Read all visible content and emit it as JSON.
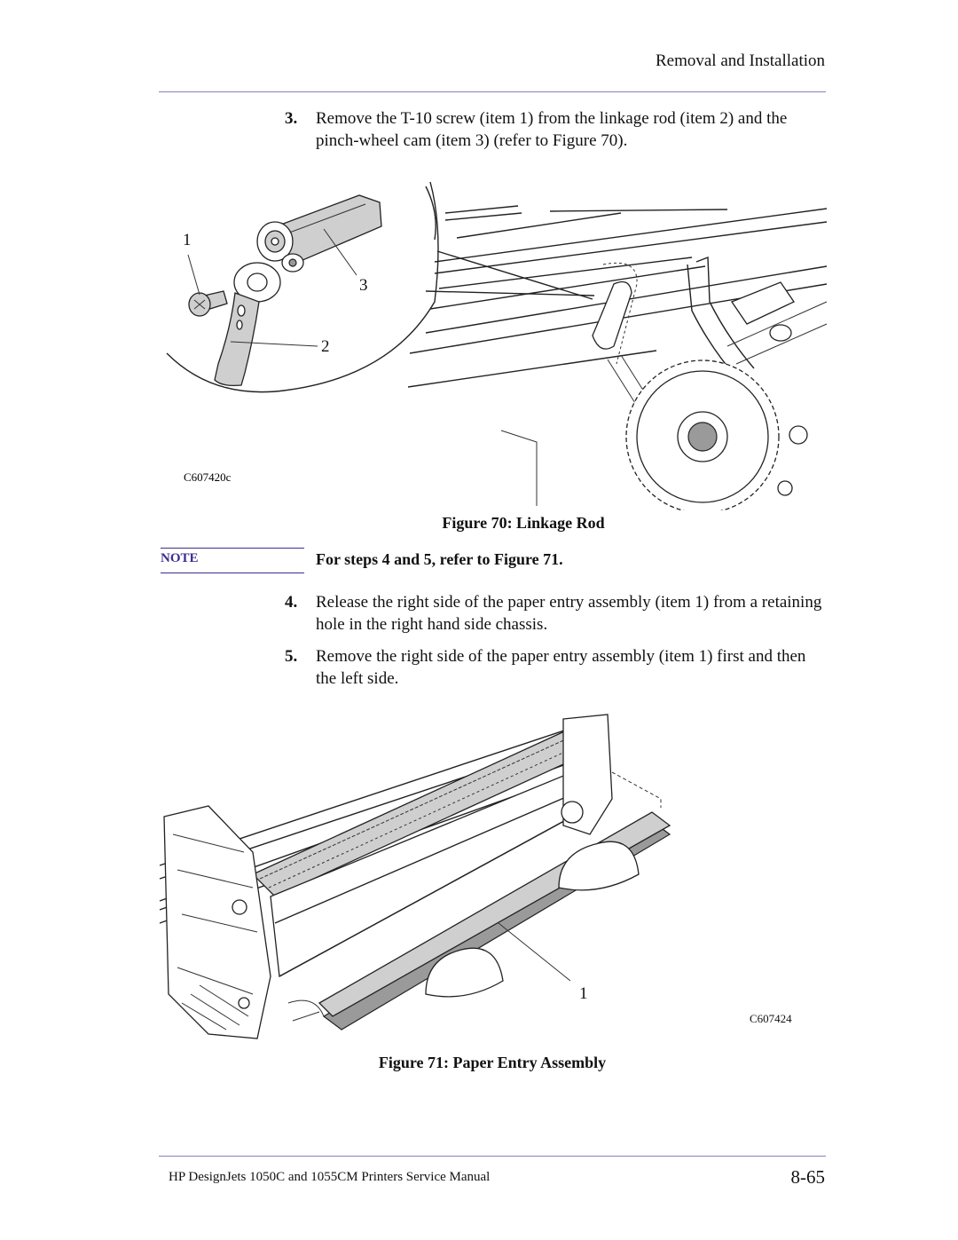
{
  "header": {
    "title": "Removal and Installation"
  },
  "step3": {
    "num": "3.",
    "text": "Remove the T-10 screw (item 1) from the linkage rod (item 2) and the pinch-wheel cam (item 3) (refer to Figure 70)."
  },
  "figure70": {
    "caption": "Figure 70: Linkage Rod",
    "id": "C607420c",
    "callouts": [
      "1",
      "3",
      "2"
    ]
  },
  "note": {
    "label": "NOTE",
    "text": "For steps 4 and 5, refer to Figure 71."
  },
  "step4": {
    "num": "4.",
    "text": "Release the right side of the paper entry assembly (item 1) from a retaining hole in the right hand side chassis."
  },
  "step5": {
    "num": "5.",
    "text": "Remove the right side of the paper entry assembly (item 1) first and then the left side."
  },
  "figure71": {
    "caption": "Figure 71: Paper Entry Assembly",
    "id": "C607424",
    "callouts": [
      "1"
    ]
  },
  "footer": {
    "text": "HP DesignJets 1050C and 1055CM Printers Service Manual",
    "page": "8-65"
  }
}
